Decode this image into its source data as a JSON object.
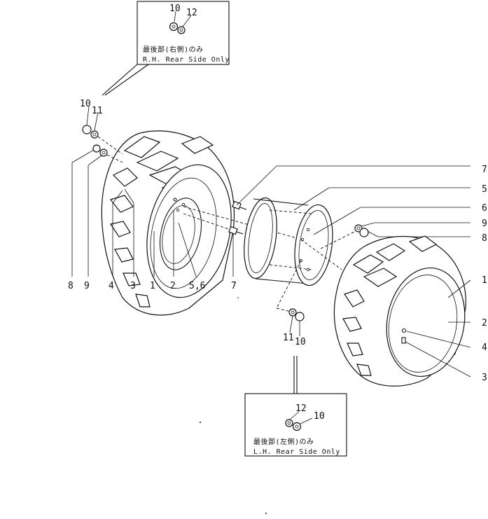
{
  "diagram": {
    "callouts": {
      "c1_right": "1",
      "c2_right": "2",
      "c3_right": "3",
      "c4_right": "4",
      "c5_right": "5",
      "c6_right": "6",
      "c7_right": "7",
      "c8_right": "8",
      "c9_right": "9",
      "c1_bottom": "1",
      "c2_bottom": "2",
      "c3_bottom": "3",
      "c4_bottom": "4",
      "c56_bottom": "5,6",
      "c7_bottom": "7",
      "c8_bottom": "8",
      "c9_bottom": "9",
      "c10_left": "10",
      "c11_left": "11",
      "c11_mid": "11",
      "c10_mid": "10"
    },
    "rh_box": {
      "part_a": "10",
      "part_b": "12",
      "note_jp": "最後部(右側)のみ",
      "note_en": "R.H. Rear Side Only"
    },
    "lh_box": {
      "part_a": "12",
      "part_b": "10",
      "note_jp": "最後部(左側)のみ",
      "note_en": "L.H. Rear Side Only"
    }
  }
}
